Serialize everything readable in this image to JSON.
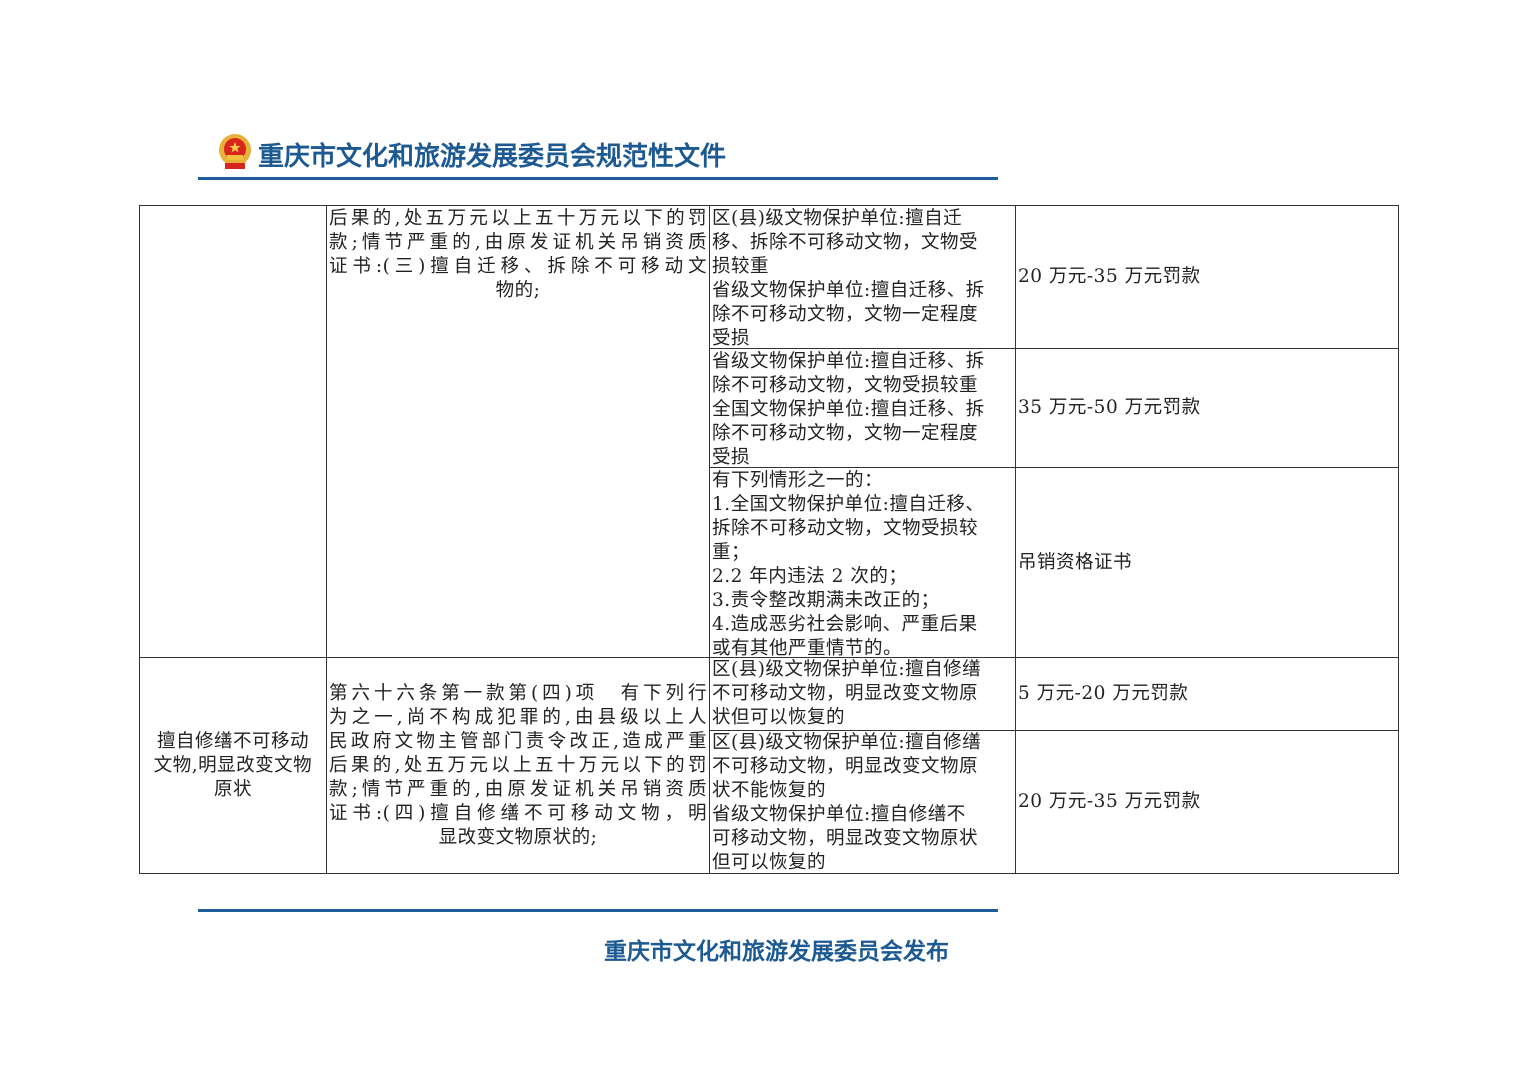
{
  "header": {
    "title": "重庆市文化和旅游发展委员会规范性文件",
    "color": "#1d5a91"
  },
  "footer": {
    "text": "重庆市文化和旅游发展委员会发布"
  },
  "table": {
    "group1": {
      "violation": [],
      "basis": [
        "后果的,处五万元以上五十万元以下的罚",
        "款;情节严重的,由原发证机关吊销资质",
        "证书:(三)擅自迁移、拆除不可移动文",
        "物的;"
      ],
      "rows": [
        {
          "circumstance": [
            "区(县)级文物保护单位:擅自迁",
            "移、拆除不可移动文物，文物受",
            "损较重",
            "省级文物保护单位:擅自迁移、拆",
            "除不可移动文物，文物一定程度",
            "受损"
          ],
          "penalty": "20 万元-35 万元罚款"
        },
        {
          "circumstance": [
            "省级文物保护单位:擅自迁移、拆",
            "除不可移动文物，文物受损较重",
            "全国文物保护单位:擅自迁移、拆",
            "除不可移动文物，文物一定程度",
            "受损"
          ],
          "penalty": "35 万元-50 万元罚款"
        },
        {
          "circumstance": [
            "有下列情形之一的：",
            "1.全国文物保护单位:擅自迁移、",
            "拆除不可移动文物，文物受损较",
            "重；",
            "2.2 年内违法 2 次的；",
            "3.责令整改期满未改正的；",
            "4.造成恶劣社会影响、严重后果",
            "或有其他严重情节的。"
          ],
          "penalty": "吊销资格证书"
        }
      ]
    },
    "group2": {
      "violation": [
        "擅自修缮不可移动",
        "文物,明显改变文物",
        "原状"
      ],
      "basis": [
        "第六十六条第一款第(四)项　有下列行",
        "为之一,尚不构成犯罪的,由县级以上人",
        "民政府文物主管部门责令改正,造成严重",
        "后果的,处五万元以上五十万元以下的罚",
        "款;情节严重的,由原发证机关吊销资质",
        "证书:(四)擅自修缮不可移动文物，明",
        "显改变文物原状的;"
      ],
      "rows": [
        {
          "circumstance": [
            "区(县)级文物保护单位:擅自修缮",
            "不可移动文物，明显改变文物原",
            "状但可以恢复的"
          ],
          "penalty": "5 万元-20 万元罚款"
        },
        {
          "circumstance": [
            "区(县)级文物保护单位:擅自修缮",
            "不可移动文物，明显改变文物原",
            "状不能恢复的",
            "省级文物保护单位:擅自修缮不",
            "可移动文物，明显改变文物原状",
            "但可以恢复的"
          ],
          "penalty": "20 万元-35 万元罚款"
        }
      ]
    }
  }
}
